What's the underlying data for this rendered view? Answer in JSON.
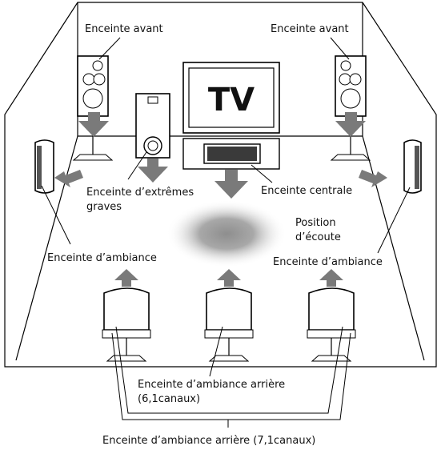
{
  "labels": {
    "front_left": "Enceinte avant",
    "front_right": "Enceinte avant",
    "tv": "TV",
    "subwoofer_line1": "Enceinte d’extrêmes",
    "subwoofer_line2": "graves",
    "center": "Enceinte centrale",
    "listening_line1": "Position",
    "listening_line2": "d’écoute",
    "surround_left": "Enceinte d’ambiance",
    "surround_right": "Enceinte d’ambiance",
    "surround_back_61_line1": "Enceinte d’ambiance arrière",
    "surround_back_61_line2": "(6,1canaux)",
    "surround_back_71": "Enceinte d’ambiance arrière (7,1canaux)"
  },
  "colors": {
    "arrow": "#7a7a7a",
    "line": "#000000",
    "listening_spot": "#9a9a9a"
  }
}
